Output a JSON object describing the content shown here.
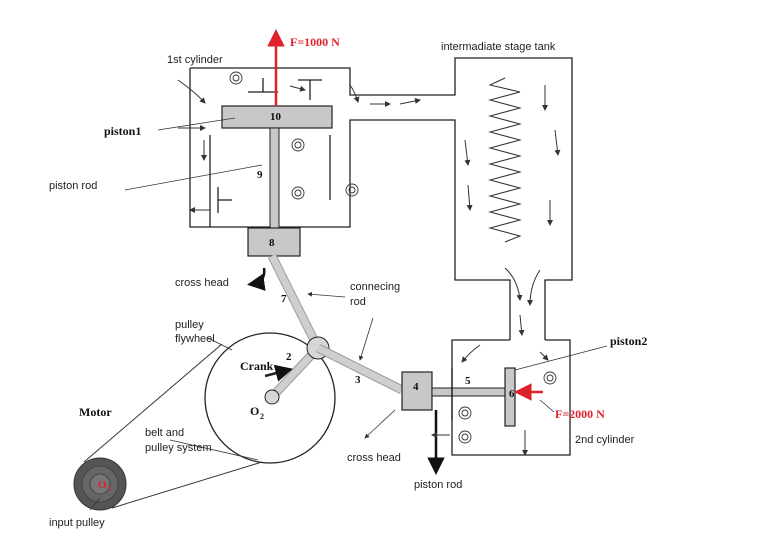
{
  "labels": {
    "force_top": "F=1000 N",
    "cyl1": "1st cylinder",
    "tank": "intermadiate stage tank",
    "piston1": "piston1",
    "piston_rod_1": "piston rod",
    "cross_head_1": "cross head",
    "connecting_rod": "connecing",
    "connecting_rod_2": "rod",
    "pulley": "pulley",
    "flywheel": "flywheel",
    "crank": "Crank",
    "motor": "Motor",
    "belt": "belt and",
    "belt_2": "pulley system",
    "input_pulley": "input pulley",
    "o2": "O",
    "o2_sub": "2",
    "o1": "O",
    "o1_sub": "1",
    "piston2": "piston2",
    "force_right": "F=2000 N",
    "cyl2": "2nd cylinder",
    "cross_head_2": "cross head",
    "piston_rod_2": "piston rod"
  },
  "numbers": {
    "n10": "10",
    "n9": "9",
    "n8": "8",
    "n7": "7",
    "n2": "2",
    "n3": "3",
    "n4": "4",
    "n5": "5",
    "n6": "6"
  },
  "colors": {
    "force": "#e0202a",
    "part_fill": "#c8c8c8",
    "motor": "#555555"
  }
}
